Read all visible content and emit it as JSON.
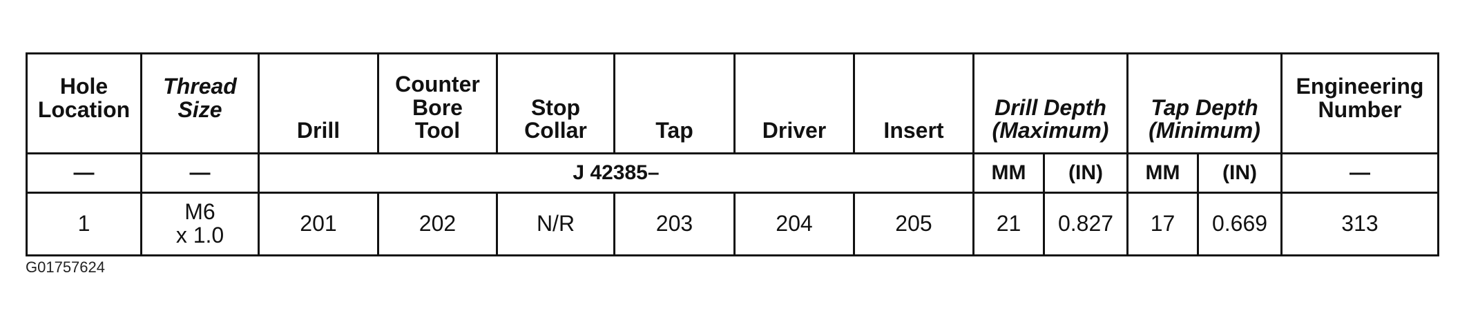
{
  "headers": {
    "hole_location": [
      "Hole",
      "Location"
    ],
    "thread_size": [
      "Thread",
      "Size"
    ],
    "drill": "Drill",
    "counter_bore_tool": [
      "Counter",
      "Bore",
      "Tool"
    ],
    "stop_collar": [
      "Stop",
      "Collar"
    ],
    "tap": "Tap",
    "driver": "Driver",
    "insert": "Insert",
    "drill_depth": [
      "Drill Depth",
      "(Maximum)"
    ],
    "tap_depth": [
      "Tap Depth",
      "(Minimum)"
    ],
    "engineering_number": [
      "Engineering",
      "Number"
    ]
  },
  "subheader": {
    "hole_location": "—",
    "thread_size": "—",
    "tool_prefix": "J 42385–",
    "drill_depth_mm": "MM",
    "drill_depth_in": "(IN)",
    "tap_depth_mm": "MM",
    "tap_depth_in": "(IN)",
    "engineering_number": "—"
  },
  "rows": [
    {
      "hole_location": "1",
      "thread_size": [
        "M6",
        "x 1.0"
      ],
      "drill": "201",
      "counter_bore_tool": "202",
      "stop_collar": "N/R",
      "tap": "203",
      "driver": "204",
      "insert": "205",
      "drill_depth_mm": "21",
      "drill_depth_in": "0.827",
      "tap_depth_mm": "17",
      "tap_depth_in": "0.669",
      "engineering_number": "313"
    }
  ],
  "figure_id": "G01757624"
}
